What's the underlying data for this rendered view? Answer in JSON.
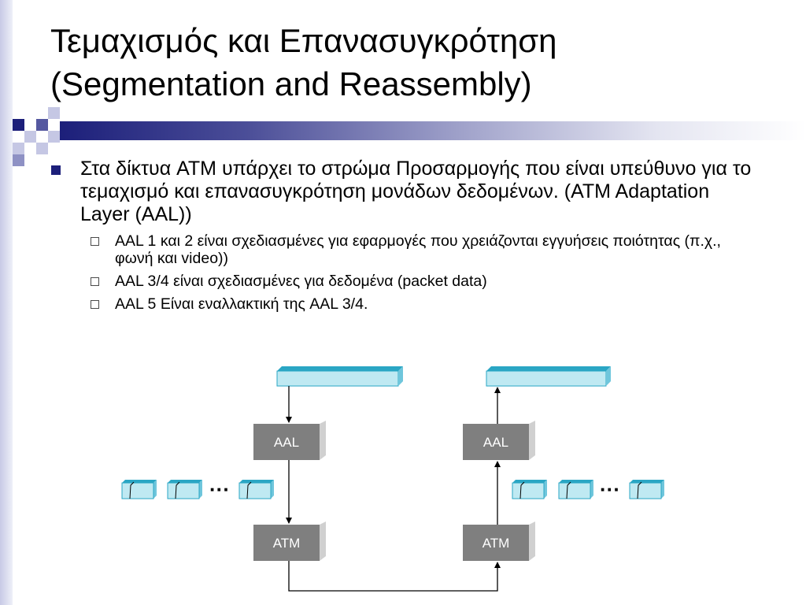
{
  "title": {
    "line1": "Τεμαχισμός και Επανασυγκρότηση",
    "line2": "(Segmentation and Reassembly)"
  },
  "bullets": {
    "main": "Στα δίκτυα ATM υπάρχει το στρώμα Προσαρμογής που είναι υπεύθυνο για το τεμαχισμό και επανασυγκρότηση μονάδων δεδομένων.  (ATM Adaptation Layer (AAL))",
    "sub": [
      "AAL 1 και 2 είναι σχεδιασμένες για εφαρμογές που χρειάζονται εγγυήσεις ποιότητας (π.χ., φωνή και video))",
      "AAL 3/4 είναι σχεδιασμένες για δεδομένα (packet data)",
      "AAL 5 Είναι εναλλακτική της AAL 3/4."
    ]
  },
  "diagram": {
    "left": {
      "aal_label": "AAL",
      "atm_label": "ATM"
    },
    "right": {
      "aal_label": "AAL",
      "atm_label": "ATM"
    },
    "ellipsis": "···"
  },
  "colors": {
    "accent": "#1c1f7a",
    "cell_fill": "#bfe9f2",
    "cell_edge": "#2aa6c4",
    "box_fill": "#7f7f7f"
  }
}
